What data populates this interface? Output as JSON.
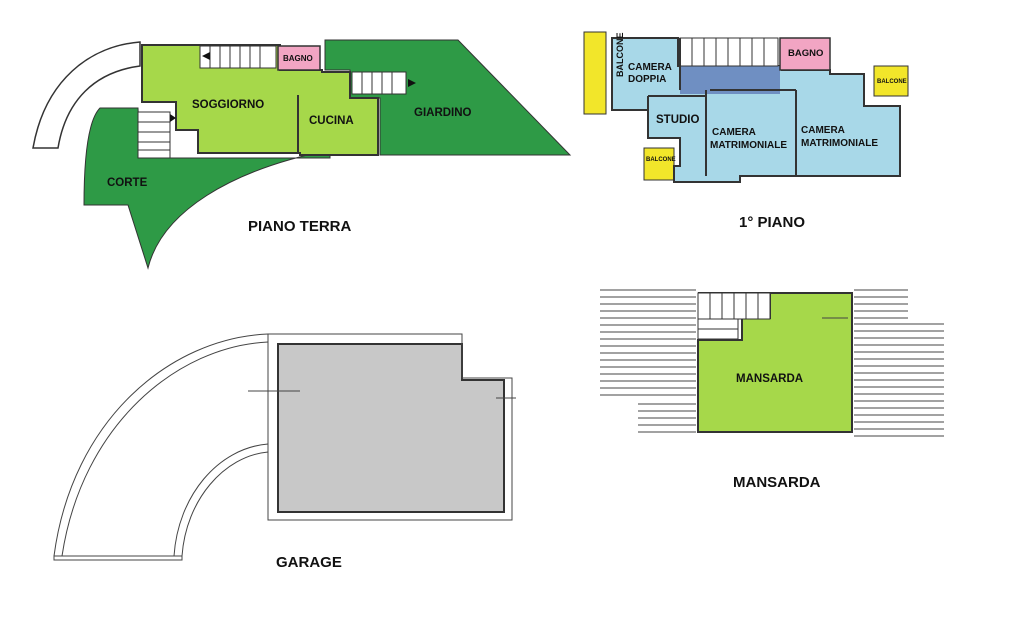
{
  "colors": {
    "living": "#a6d84a",
    "garden": "#2e9a46",
    "bath": "#f2a5c3",
    "bedroom": "#a8d8e8",
    "corridor": "#6f8fc2",
    "balcony": "#f2e62a",
    "garage": "#c8c8c8",
    "roof_lines": "#444444"
  },
  "plans": {
    "ground": {
      "title": "PIANO TERRA",
      "rooms": {
        "soggiorno": "SOGGIORNO",
        "bagno": "BAGNO",
        "cucina": "CUCINA",
        "giardino": "GIARDINO",
        "corte": "CORTE"
      }
    },
    "first": {
      "title": "1° PIANO",
      "rooms": {
        "camera_doppia_1": "CAMERA",
        "camera_doppia_2": "DOPPIA",
        "bagno": "BAGNO",
        "studio": "STUDIO",
        "camera_matr_a_1": "CAMERA",
        "camera_matr_a_2": "MATRIMONIALE",
        "camera_matr_b_1": "CAMERA",
        "camera_matr_b_2": "MATRIMONIALE",
        "balcone_left": "BALCONE",
        "balcone_right": "BALCONE",
        "balcone_bottom": "BALCONE"
      }
    },
    "garage": {
      "title": "GARAGE"
    },
    "attic": {
      "title": "MANSARDA",
      "rooms": {
        "mansarda": "MANSARDA"
      }
    }
  }
}
